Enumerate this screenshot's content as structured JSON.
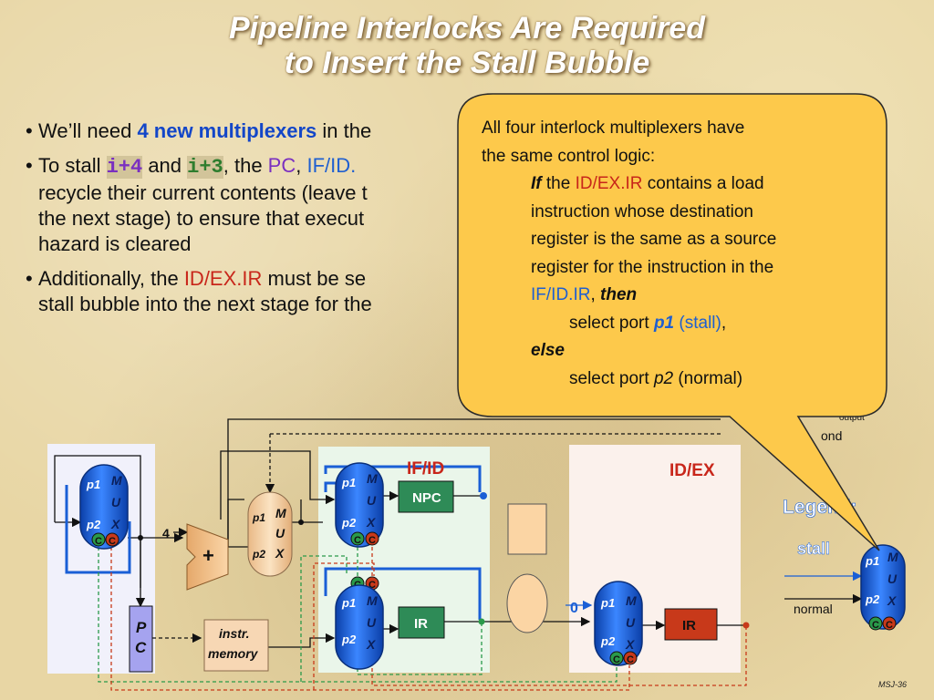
{
  "title": {
    "line1": "Pipeline Interlocks Are Required",
    "line2": "to Insert the Stall Bubble"
  },
  "bullets": {
    "b1": {
      "pre": "We’ll need ",
      "accent": "4 new multiplexers",
      "post": " in the"
    },
    "b2": {
      "pre": "To stall ",
      "code1": "i+4",
      "mid1": " and ",
      "code2": "i+3",
      "mid2": ", the ",
      "pc": "PC",
      "comma": ", ",
      "ifid": "IF/ID.",
      "line2": "recycle their current contents (leave t",
      "line3": "the next stage) to ensure that execut",
      "line4": "hazard is cleared"
    },
    "b3": {
      "pre": "Additionally, the ",
      "accent": "ID/EX.IR",
      "post": " must be se",
      "line2": "stall bubble into the next stage for the"
    }
  },
  "callout": {
    "l1": "All four interlock multiplexers have",
    "l2": "the same control logic:",
    "if_kw": "If",
    "l3_a": " the ",
    "l3_reg": "ID/EX.IR",
    "l3_b": " contains a load",
    "l4": "instruction whose destination",
    "l5": "register is the same as a source",
    "l6": "register for the instruction in the",
    "l7_reg": "IF/ID.IR",
    "l7_sep": ", ",
    "then_kw": "then",
    "l8_a": "select port ",
    "l8_port": "p1",
    "l8_b": " (stall)",
    "l8_c": ",",
    "else_kw": "else",
    "l9_a": "select port ",
    "l9_port": "p2",
    "l9_b": " (normal)"
  },
  "diagram": {
    "p1": "p1",
    "p2": "p2",
    "mux_m": "M",
    "mux_u": "U",
    "mux_x": "X",
    "c": "C",
    "four": "4",
    "plus": "+",
    "pc_p": "P",
    "pc_c": "C",
    "instr_mem_1": "instr.",
    "instr_mem_2": "memory",
    "ifid": "IF/ID",
    "idex": "ID/EX",
    "npc": "NPC",
    "ir": "IR",
    "zero": "0",
    "output_frag": "output",
    "cond_frag": "ond"
  },
  "legend": {
    "title": "Legend:",
    "stall": "stall",
    "normal": "normal"
  },
  "slide_number": "MSJ-36",
  "colors": {
    "mux_blue": "#1a5fd6",
    "ctrl_green": "#2a9a4a",
    "ctrl_red": "#c8391a",
    "callout_fill": "#fdc94b",
    "title_white": "#ffffff"
  }
}
